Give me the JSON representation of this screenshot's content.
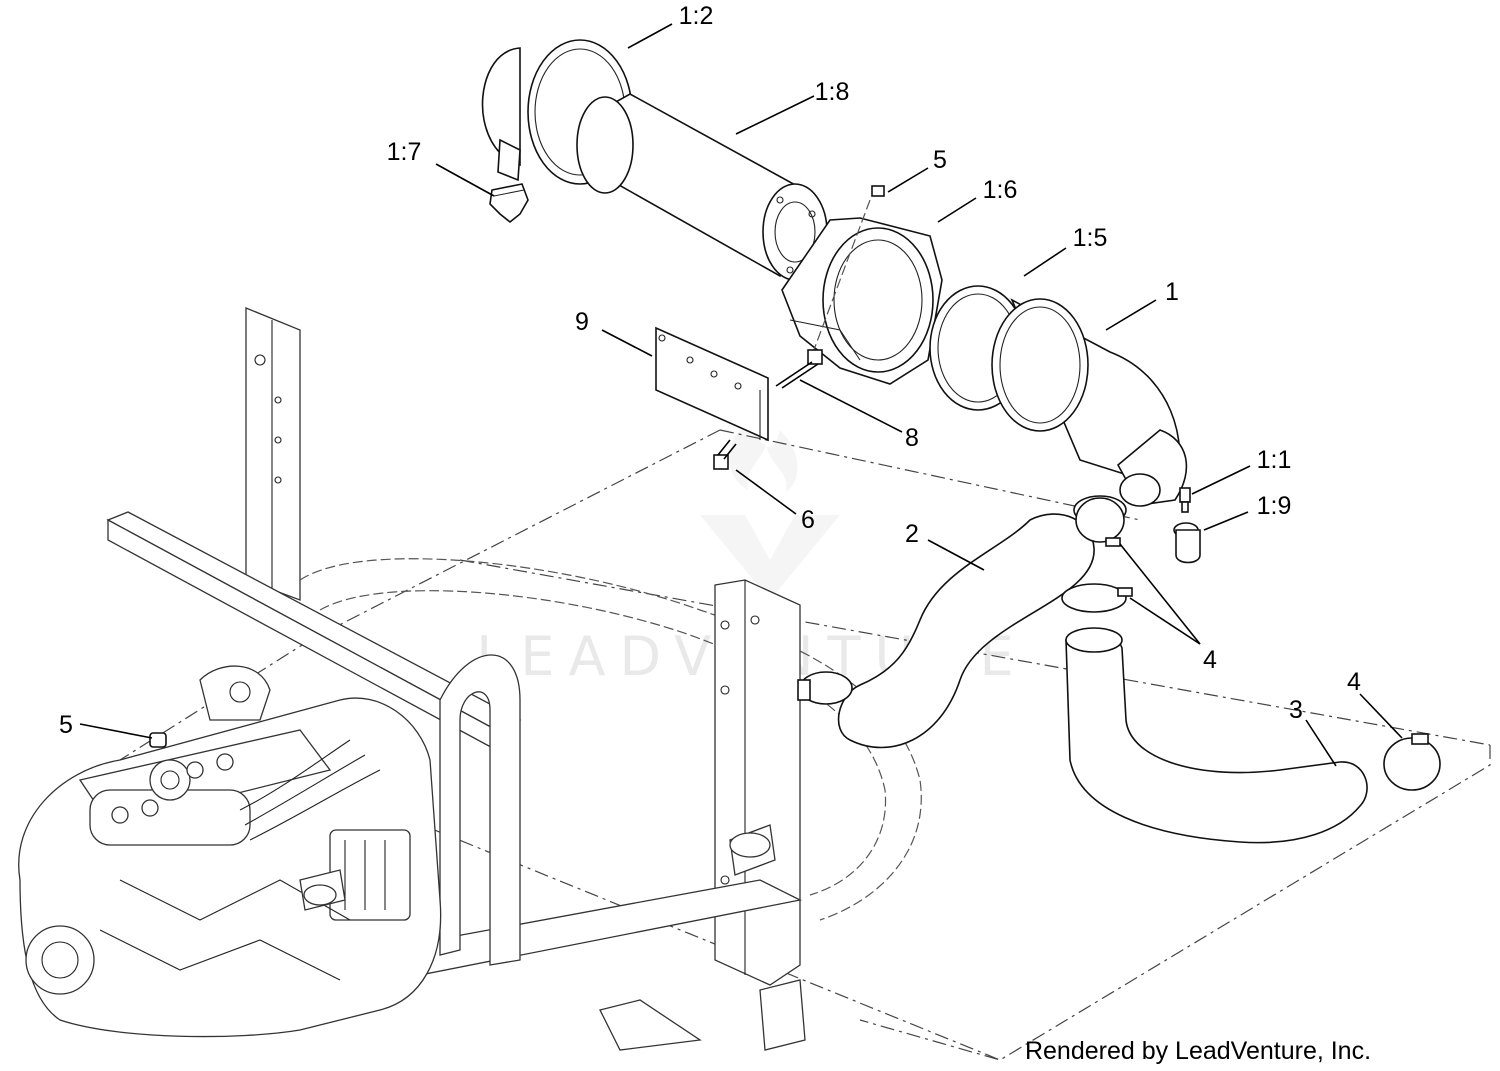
{
  "diagram": {
    "callouts": {
      "c1_2": "1:2",
      "c1_8": "1:8",
      "c1_7": "1:7",
      "c5_top": "5",
      "c1_6": "1:6",
      "c1_5": "1:5",
      "c1": "1",
      "c9": "9",
      "c8": "8",
      "c1_1": "1:1",
      "c1_9": "1:9",
      "c6": "6",
      "c2": "2",
      "c4_mid": "4",
      "c4_right": "4",
      "c3": "3",
      "c5_left": "5"
    },
    "watermark": "LEADVENTURE",
    "credit": "Rendered by LeadVenture, Inc."
  }
}
